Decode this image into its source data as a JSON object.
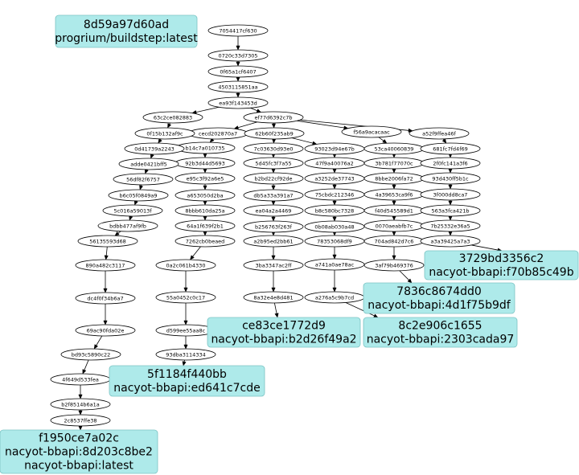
{
  "colors": {
    "tag_fill": "#aeeaea",
    "tag_stroke": "#7cc4c4",
    "node_fill": "#ffffff",
    "edge": "#000000"
  },
  "nodes": [
    "7054417cf630",
    "0720c33d7305",
    "0f65a1cf6407",
    "4503115851aa",
    "ea93f143453d",
    "63c2ce082883",
    "ef77d6392c7b",
    "cecd202870a7",
    "62b60f235ab9",
    "f56a9acacaac",
    "a52f9ffea46f",
    "0f15b132af9c",
    "b14c7a010735",
    "7c03630d93e0",
    "93023d94e67b",
    "53ca40060839",
    "681fc7fd4f69",
    "0d41739a2243",
    "92b3d44d5693",
    "5d45fc3f7a55",
    "47f9a40076a2",
    "3b781f77070c",
    "2f0fc141a3f6",
    "adde0421bff5",
    "e95c3f92a6e5",
    "b2bd22cf92de",
    "a3252de37743",
    "8bbe2006fa72",
    "93d430ff5b1c",
    "56df82f6757",
    "a653050d2ba",
    "db5a33a391a7",
    "75cbdc212346",
    "4a39653ca9f6",
    "3f000dd8ca7",
    "b6c05f0849a9",
    "8bbb610da25a",
    "ea04a2a4469",
    "b8c580bc7328",
    "f40d545589d1",
    "563a3fca421b",
    "5c016a59013f",
    "64a1f639f2b1",
    "b256763f263f",
    "0b08ab030a48",
    "0070aeabfb7c",
    "7b25332e36a5",
    "bdbb477af9fb",
    "7262cb0beaed",
    "a2b95ed2bb61",
    "78353068df9",
    "704ad842d7c6",
    "a3a39425a7a3",
    "56135593d68",
    "0a2c061b4330",
    "3ba3347ac2ff",
    "a741a0ae78ac",
    "3af79b469376",
    "890a482c3117",
    "55a0452c0c17",
    "8a32e4e8d481",
    "a276a5c9b7cd",
    "dc4f0f34b6a7",
    "d599ee55aa8c",
    "69ac90fda02e",
    "93dba3114334",
    "bd93c5890c22",
    "4f649d533fea",
    "b2f8514b6a1a",
    "2c8537ffe38"
  ],
  "tags": [
    {
      "lines": [
        "8d59a97d60ad",
        "progrium/buildstep:latest"
      ]
    },
    {
      "lines": [
        "3729bd3356c2",
        "nacyot-bbapi:f70b85c49b"
      ]
    },
    {
      "lines": [
        "7836c8674dd0",
        "nacyot-bbapi:4d1f75b9df"
      ]
    },
    {
      "lines": [
        "ce83ce1772d9",
        "nacyot-bbapi:b2d26f49a2"
      ]
    },
    {
      "lines": [
        "8c2e906c1655",
        "nacyot-bbapi:2303cada97"
      ]
    },
    {
      "lines": [
        "5f1184f440bb",
        "nacyot-bbapi:ed641c7cde"
      ]
    },
    {
      "lines": [
        "f1950ce7a02c",
        "nacyot-bbapi:8d203c8be2",
        "nacyot-bbapi:latest"
      ]
    }
  ]
}
